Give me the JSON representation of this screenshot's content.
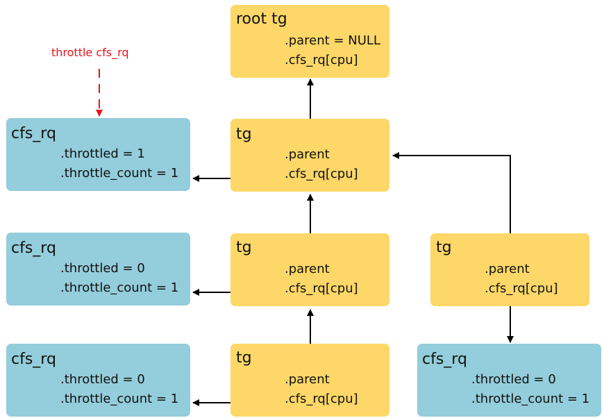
{
  "annotation": {
    "text": "throttle cfs_rq"
  },
  "root_tg": {
    "title": "root tg",
    "parent": ".parent = NULL",
    "cfs_rq": ".cfs_rq[cpu]"
  },
  "tg_level1": {
    "title": "tg",
    "parent": ".parent",
    "cfs_rq": ".cfs_rq[cpu]"
  },
  "tg_level2": {
    "title": "tg",
    "parent": ".parent",
    "cfs_rq": ".cfs_rq[cpu]"
  },
  "tg_level3": {
    "title": "tg",
    "parent": ".parent",
    "cfs_rq": ".cfs_rq[cpu]"
  },
  "tg_right": {
    "title": "tg",
    "parent": ".parent",
    "cfs_rq": ".cfs_rq[cpu]"
  },
  "cfs_rq_level1": {
    "title": "cfs_rq",
    "throttled": ".throttled = 1",
    "throttle_count": ".throttle_count = 1"
  },
  "cfs_rq_level2": {
    "title": "cfs_rq",
    "throttled": ".throttled = 0",
    "throttle_count": ".throttle_count = 1"
  },
  "cfs_rq_level3": {
    "title": "cfs_rq",
    "throttled": ".throttled = 0",
    "throttle_count": ".throttle_count = 1"
  },
  "cfs_rq_right": {
    "title": "cfs_rq",
    "throttled": ".throttled = 0",
    "throttle_count": ".throttle_count = 1"
  },
  "colors": {
    "tg_fill": "#FDD767",
    "cfs_rq_fill": "#94CDDB",
    "annotation": "#E8141A",
    "arrow": "#000000"
  }
}
